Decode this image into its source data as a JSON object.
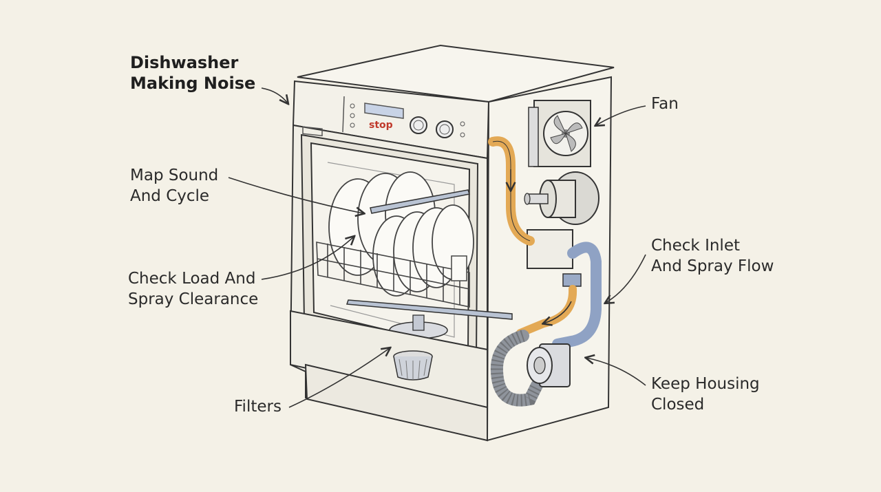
{
  "title": "Dishwasher\nMaking Noise",
  "control_panel": {
    "stop_label": "stop"
  },
  "labels": {
    "fan": "Fan",
    "map_sound": "Map Sound\nAnd Cycle",
    "check_inlet": "Check Inlet\nAnd Spray Flow",
    "check_load": "Check Load And\nSpray Clearance",
    "keep_housing": "Keep Housing\nClosed",
    "filters": "Filters"
  },
  "colors": {
    "background": "#f4f1e7",
    "inlet_hose": "#e3a955",
    "drain_hose": "#8fa2c4",
    "stop_text": "#c0392b",
    "outline": "#333333"
  }
}
